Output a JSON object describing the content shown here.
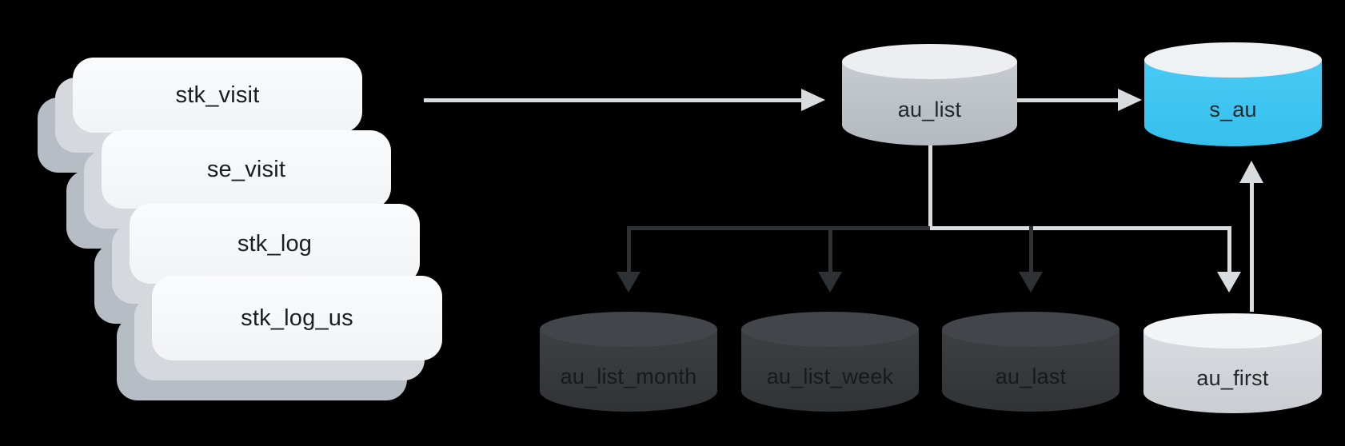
{
  "colors": {
    "background": "#000000",
    "card_fill_top": "#fafbfc",
    "card_fill_bottom": "#f1f3f5",
    "card_layer1": "#d5d9dd",
    "card_layer2": "#b7bdc4",
    "card_text": "#1b1d20",
    "arrow_light": "#d9dcdf",
    "arrow_dark": "#2f3235",
    "cyl_light_body": "#c0c5cc",
    "cyl_light_top": "#eceef1",
    "cyl_lighter_body": "#d2d6da",
    "cyl_lighter_top": "#f2f4f6",
    "cyl_cyan_body": "#38c6f4",
    "cyl_cyan_top": "#eff2f4",
    "cyl_dark_body": "#35383b",
    "cyl_dark_top": "#42454a",
    "cyl_text_light": "#25282b",
    "cyl_text_dark": "#17191c"
  },
  "diagram": {
    "source_tables": [
      {
        "label": "stk_visit"
      },
      {
        "label": "se_visit"
      },
      {
        "label": "stk_log"
      },
      {
        "label": "stk_log_us"
      }
    ],
    "cylinders": [
      {
        "id": "au_list",
        "label": "au_list",
        "variant": "light"
      },
      {
        "id": "s_au",
        "label": "s_au",
        "variant": "cyan"
      },
      {
        "id": "au_list_month",
        "label": "au_list_month",
        "variant": "dark"
      },
      {
        "id": "au_list_week",
        "label": "au_list_week",
        "variant": "dark"
      },
      {
        "id": "au_last",
        "label": "au_last",
        "variant": "dark"
      },
      {
        "id": "au_first",
        "label": "au_first",
        "variant": "lighter"
      }
    ],
    "edges": [
      {
        "from": "source_tables_stack",
        "to": "au_list"
      },
      {
        "from": "au_list",
        "to": "s_au"
      },
      {
        "from": "au_list",
        "to": "au_list_month"
      },
      {
        "from": "au_list",
        "to": "au_list_week"
      },
      {
        "from": "au_list",
        "to": "au_last"
      },
      {
        "from": "au_list",
        "to": "au_first"
      },
      {
        "from": "au_first",
        "to": "s_au"
      }
    ]
  }
}
